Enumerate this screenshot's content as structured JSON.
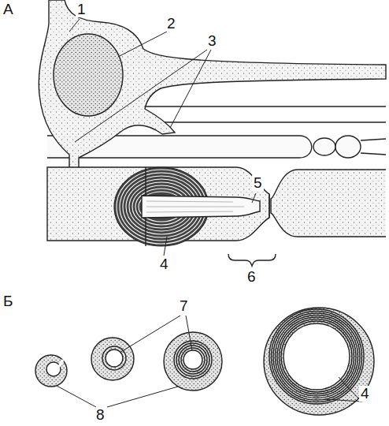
{
  "diagram": {
    "labels": [
      "А",
      "1",
      "2",
      "3",
      "5",
      "4",
      "6",
      "Б",
      "7",
      "8",
      "4"
    ]
  }
}
